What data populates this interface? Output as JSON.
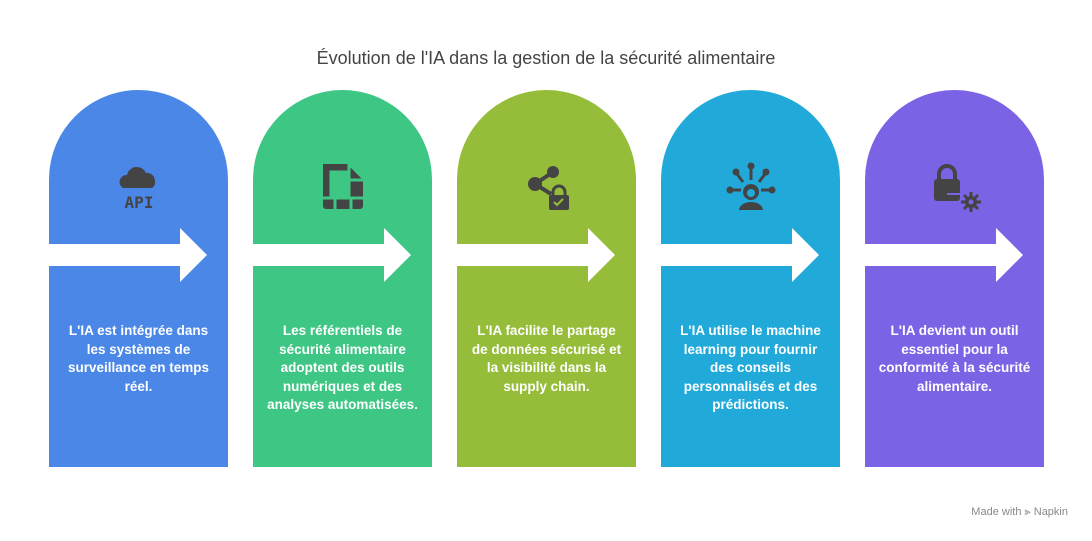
{
  "title": "Évolution de l'IA dans la gestion de la sécurité alimentaire",
  "steps": [
    {
      "icon": "cloud-api-icon",
      "color": "#4b87e7",
      "text": "L'IA est intégrée dans les systèmes de surveillance en temps réel.",
      "icon_label": "API"
    },
    {
      "icon": "document-grid-icon",
      "color": "#3ec684",
      "text": "Les référentiels de sécurité alimentaire adoptent des outils numériques et des analyses automatisées."
    },
    {
      "icon": "share-lock-icon",
      "color": "#95bd3a",
      "text": "L'IA facilite le partage de données sécurisé et la visibilité dans la supply chain."
    },
    {
      "icon": "person-network-icon",
      "color": "#21aad9",
      "text": "L'IA utilise le machine learning pour fournir des conseils personnalisés et des prédictions."
    },
    {
      "icon": "lock-gear-icon",
      "color": "#7c63e6",
      "text": "L'IA devient un outil essentiel pour la conformité à la sécurité alimentaire."
    }
  ],
  "footer": "Made with ⫸ Napkin"
}
